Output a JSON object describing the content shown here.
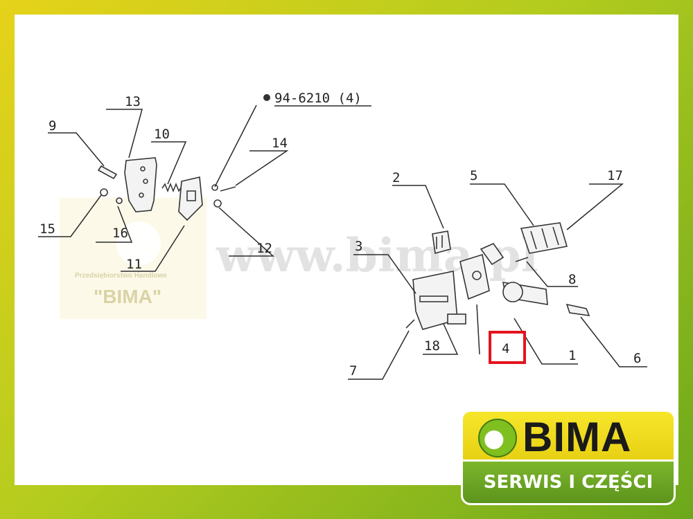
{
  "callouts": {
    "c13": "13",
    "c9": "9",
    "c10": "10",
    "c14": "14",
    "c15": "15",
    "c16": "16",
    "c11": "11",
    "c12": "12",
    "c2": "2",
    "c5": "5",
    "c17": "17",
    "c3": "3",
    "c8": "8",
    "c18": "18",
    "c4": "4",
    "c1": "1",
    "c6": "6",
    "c7": "7"
  },
  "kit_reference": "94-6210 (4)",
  "highlighted_part": "4",
  "watermark": "www.bima.pl",
  "overlay": {
    "line1": "Przedsiębiorstwo Handlowe",
    "line2": "\"BIMA\""
  },
  "logo": {
    "name": "BIMA",
    "tagline": "SERWIS I CZĘŚCI"
  },
  "colors": {
    "highlight": "#e3141e",
    "frame_yellow": "#e6d21a",
    "frame_green": "#6ca81c"
  }
}
